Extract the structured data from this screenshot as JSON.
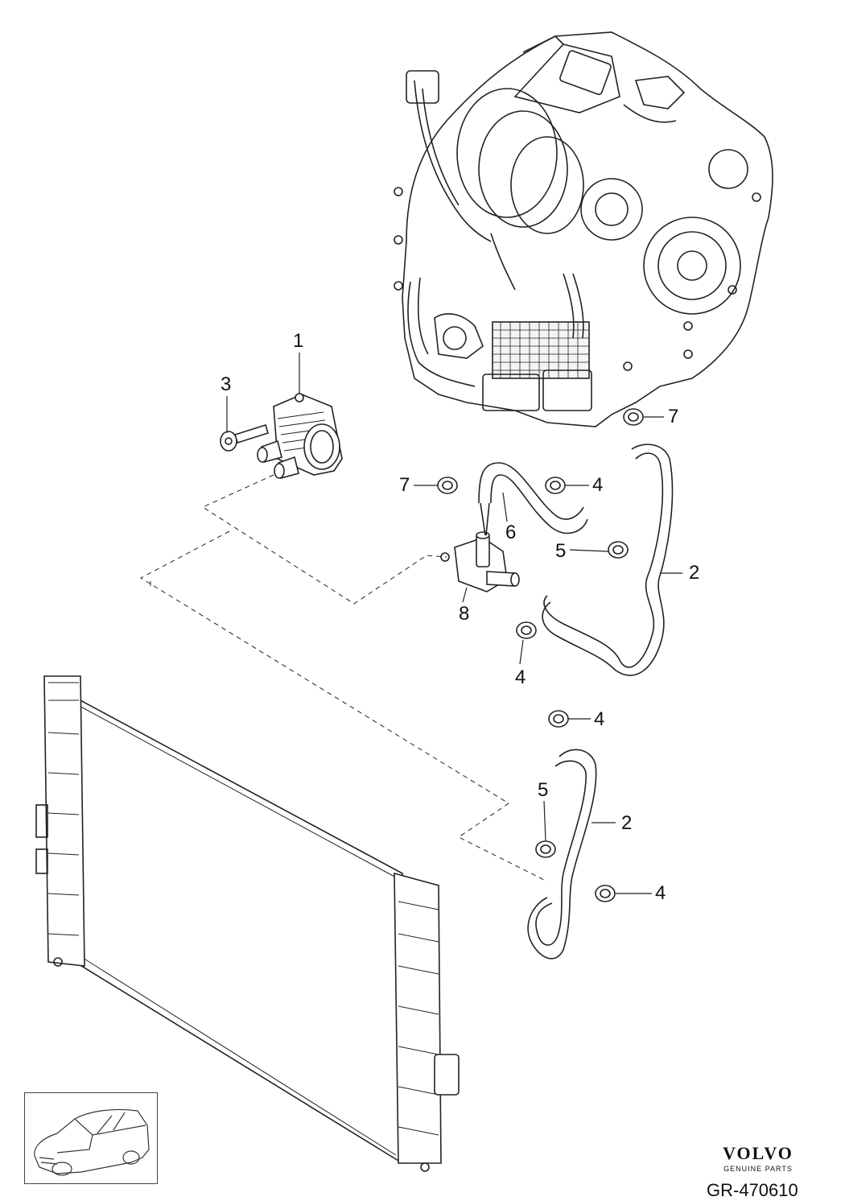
{
  "callouts": {
    "c1": "1",
    "c2a": "2",
    "c2b": "2",
    "c3": "3",
    "c4a": "4",
    "c4b": "4",
    "c4c": "4",
    "c4d": "4",
    "c5a": "5",
    "c5b": "5",
    "c6": "6",
    "c7a": "7",
    "c7b": "7",
    "c8": "8"
  },
  "brand": {
    "name": "VOLVO",
    "subtitle": "GENUINE PARTS"
  },
  "reference": "GR-470610",
  "icons": {
    "vehicle": "car-outline-icon"
  }
}
